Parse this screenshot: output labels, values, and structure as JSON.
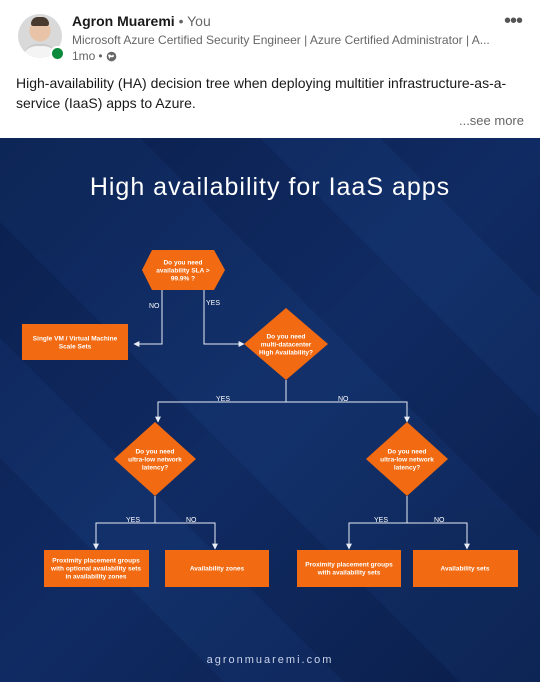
{
  "author": {
    "name": "Agron Muaremi",
    "separator": "•",
    "relation": "You",
    "headline": "Microsoft Azure Certified Security Engineer | Azure Certified Administrator | A...",
    "time": "1mo",
    "meta_separator": "•",
    "visibility_icon": "globe-icon"
  },
  "menu_icon": "more-horizontal-icon",
  "post": {
    "text": "High-availability (HA) decision tree when deploying multitier infrastructure-as-a-service (IaaS) apps to Azure.",
    "see_more": "...see more"
  },
  "infographic": {
    "title": "High availability for IaaS apps",
    "footer": "agronmuaremi.com",
    "colors": {
      "background": "#0d2456",
      "accent": "#f26b12",
      "line": "#e8ecf5"
    },
    "q1": [
      "Do you need",
      "availability SLA >",
      "99.9% ?"
    ],
    "q2": [
      "Do you need",
      "multi-datacenter",
      "High Availability?"
    ],
    "q3": [
      "Do you need",
      "ultra-low network",
      "latency?"
    ],
    "q4": [
      "Do you need",
      "ultra-low network",
      "latency?"
    ],
    "out_single": [
      "Single VM / Virtual Machine",
      "Scale Sets"
    ],
    "out_ppg_sets_zones": [
      "Proximity placement groups",
      "with optional availability sets",
      "in availability zones"
    ],
    "out_zones": [
      "Availability zones"
    ],
    "out_ppg_sets": [
      "Proximity placement groups",
      "with availability sets"
    ],
    "out_sets": [
      "Availability sets"
    ],
    "labels": {
      "q1_no": "NO",
      "q1_yes": "YES",
      "q2_yes": "YES",
      "q2_no": "NO",
      "q3_yes": "YES",
      "q3_no": "NO",
      "q4_yes": "YES",
      "q4_no": "NO"
    }
  }
}
